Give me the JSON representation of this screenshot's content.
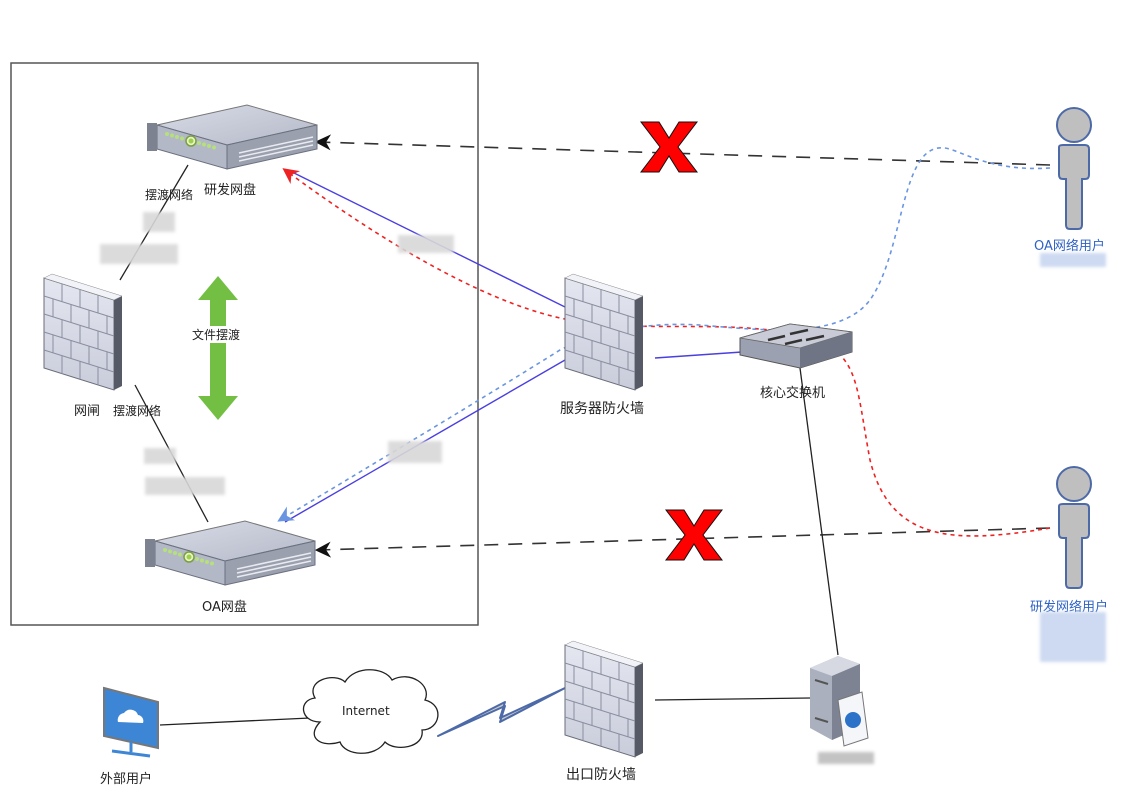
{
  "diagram": {
    "nodes": {
      "rd_disk": {
        "label": "研发网盘",
        "icon": "rack-server-icon"
      },
      "oa_disk": {
        "label": "OA网盘",
        "icon": "rack-server-icon"
      },
      "gatekeeper": {
        "label": "网闸",
        "icon": "firewall-icon"
      },
      "server_firewall": {
        "label": "服务器防火墙",
        "icon": "firewall-icon"
      },
      "core_switch": {
        "label": "核心交换机",
        "icon": "switch-icon"
      },
      "oa_user": {
        "label": "OA网络用户",
        "icon": "user-icon"
      },
      "rd_user": {
        "label": "研发网络用户",
        "icon": "user-icon"
      },
      "external_user": {
        "label": "外部用户",
        "icon": "monitor-cloud-icon"
      },
      "internet": {
        "label": "Internet",
        "icon": "cloud-icon"
      },
      "exit_firewall": {
        "label": "出口防火墙",
        "icon": "firewall-icon"
      },
      "web_server": {
        "label": "",
        "icon": "web-server-icon"
      }
    },
    "annotations": {
      "ferry_net_top": "摆渡网络",
      "ferry_net_bottom": "摆渡网络",
      "file_ferry": "文件摆渡"
    },
    "blocked_marks": [
      "X",
      "X"
    ],
    "colors": {
      "blue_solid": "#4a3fe0",
      "blue_dotted": "#6b95e0",
      "red_dotted": "#ee2222",
      "green_arrow": "#72bf44",
      "cross": "#ff0000",
      "user_fill": "#bfbfbf",
      "user_stroke": "#4d6aa8",
      "user_label": "#2f62c4"
    }
  }
}
